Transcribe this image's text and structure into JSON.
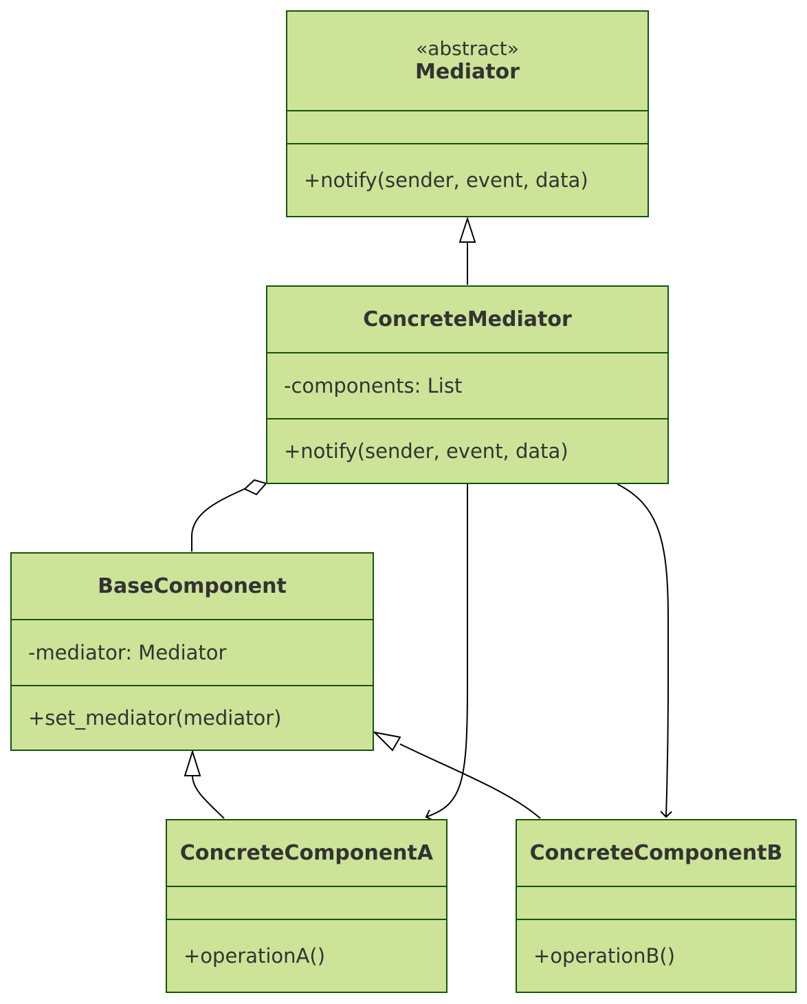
{
  "diagram": {
    "type": "uml-class-diagram",
    "classes": {
      "mediator": {
        "stereotype": "«abstract»",
        "name": "Mediator",
        "attributes": "",
        "methods": "+notify(sender, event, data)"
      },
      "concrete_mediator": {
        "name": "ConcreteMediator",
        "attributes": "-components: List",
        "methods": "+notify(sender, event, data)"
      },
      "base_component": {
        "name": "BaseComponent",
        "attributes": "-mediator: Mediator",
        "methods": "+set_mediator(mediator)"
      },
      "concrete_component_a": {
        "name": "ConcreteComponentA",
        "attributes": "",
        "methods": "+operationA()"
      },
      "concrete_component_b": {
        "name": "ConcreteComponentB",
        "attributes": "",
        "methods": "+operationB()"
      }
    },
    "relationships": [
      {
        "type": "inheritance",
        "from": "ConcreteMediator",
        "to": "Mediator"
      },
      {
        "type": "aggregation",
        "from": "BaseComponent",
        "to": "ConcreteMediator"
      },
      {
        "type": "association",
        "from": "ConcreteMediator",
        "to": "ConcreteComponentA"
      },
      {
        "type": "association",
        "from": "ConcreteMediator",
        "to": "ConcreteComponentB"
      },
      {
        "type": "inheritance",
        "from": "ConcreteComponentA",
        "to": "BaseComponent"
      },
      {
        "type": "inheritance",
        "from": "ConcreteComponentB",
        "to": "BaseComponent"
      }
    ],
    "colors": {
      "class_fill": "#cde498",
      "class_border": "#13540c",
      "edge": "#000000",
      "text": "#333333"
    }
  }
}
